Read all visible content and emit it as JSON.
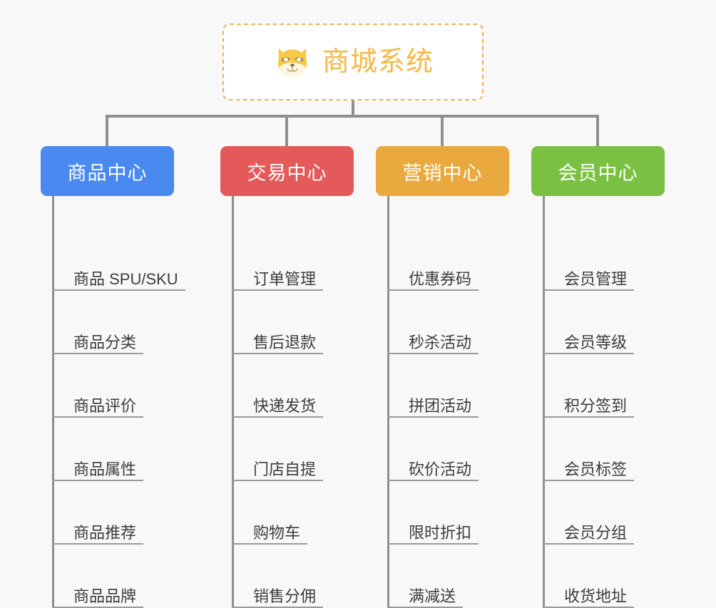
{
  "page": {
    "background_color": "#f8f8f8",
    "line_color": "#8f8f8f",
    "leaf_text_color": "#3c3c3c",
    "leaf_underline_color": "#9a9a9a"
  },
  "root": {
    "title": "商城系统",
    "icon": "shiba-dog-face-emoji",
    "text_color": "#f5b944",
    "border_color": "#f0b252",
    "background_color": "#ffffff",
    "border_style": "dashed"
  },
  "categories": [
    {
      "label": "商品中心",
      "color": "#4a89ef",
      "items": [
        "商品 SPU/SKU",
        "商品分类",
        "商品评价",
        "商品属性",
        "商品推荐",
        "商品品牌"
      ]
    },
    {
      "label": "交易中心",
      "color": "#e4595a",
      "items": [
        "订单管理",
        "售后退款",
        "快递发货",
        "门店自提",
        "购物车",
        "销售分佣"
      ]
    },
    {
      "label": "营销中心",
      "color": "#eaa93f",
      "items": [
        "优惠券码",
        "秒杀活动",
        "拼团活动",
        "砍价活动",
        "限时折扣",
        "满减送"
      ]
    },
    {
      "label": "会员中心",
      "color": "#7ac143",
      "items": [
        "会员管理",
        "会员等级",
        "积分签到",
        "会员标签",
        "会员分组",
        "收货地址"
      ]
    }
  ]
}
